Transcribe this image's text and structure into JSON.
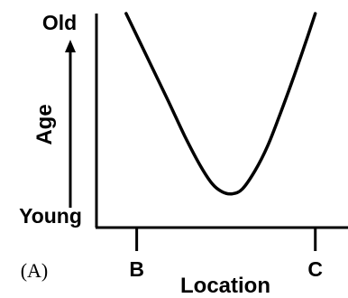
{
  "chart_data": {
    "type": "line",
    "xlabel": "Location",
    "ylabel": "Age",
    "y_top_label": "Old",
    "y_bottom_label": "Young",
    "x_tick_labels": [
      "B",
      "C"
    ],
    "panel_label": "(A)",
    "grid": false,
    "series": [
      {
        "values": [
          [
            0.118,
            1.0
          ],
          [
            0.2,
            0.8
          ],
          [
            0.28,
            0.605
          ],
          [
            0.35,
            0.43
          ],
          [
            0.41,
            0.295
          ],
          [
            0.46,
            0.205
          ],
          [
            0.5,
            0.167
          ],
          [
            0.54,
            0.158
          ],
          [
            0.58,
            0.18
          ],
          [
            0.63,
            0.265
          ],
          [
            0.68,
            0.38
          ],
          [
            0.73,
            0.53
          ],
          [
            0.78,
            0.69
          ],
          [
            0.83,
            0.86
          ],
          [
            0.87,
            1.0
          ]
        ]
      }
    ],
    "x_ticks": [
      0.16,
      0.87
    ],
    "xlim": [
      0,
      1
    ],
    "ylim": [
      0,
      1
    ],
    "colors": {
      "line": "#000000",
      "axis": "#000000",
      "background": "#ffffff"
    }
  }
}
